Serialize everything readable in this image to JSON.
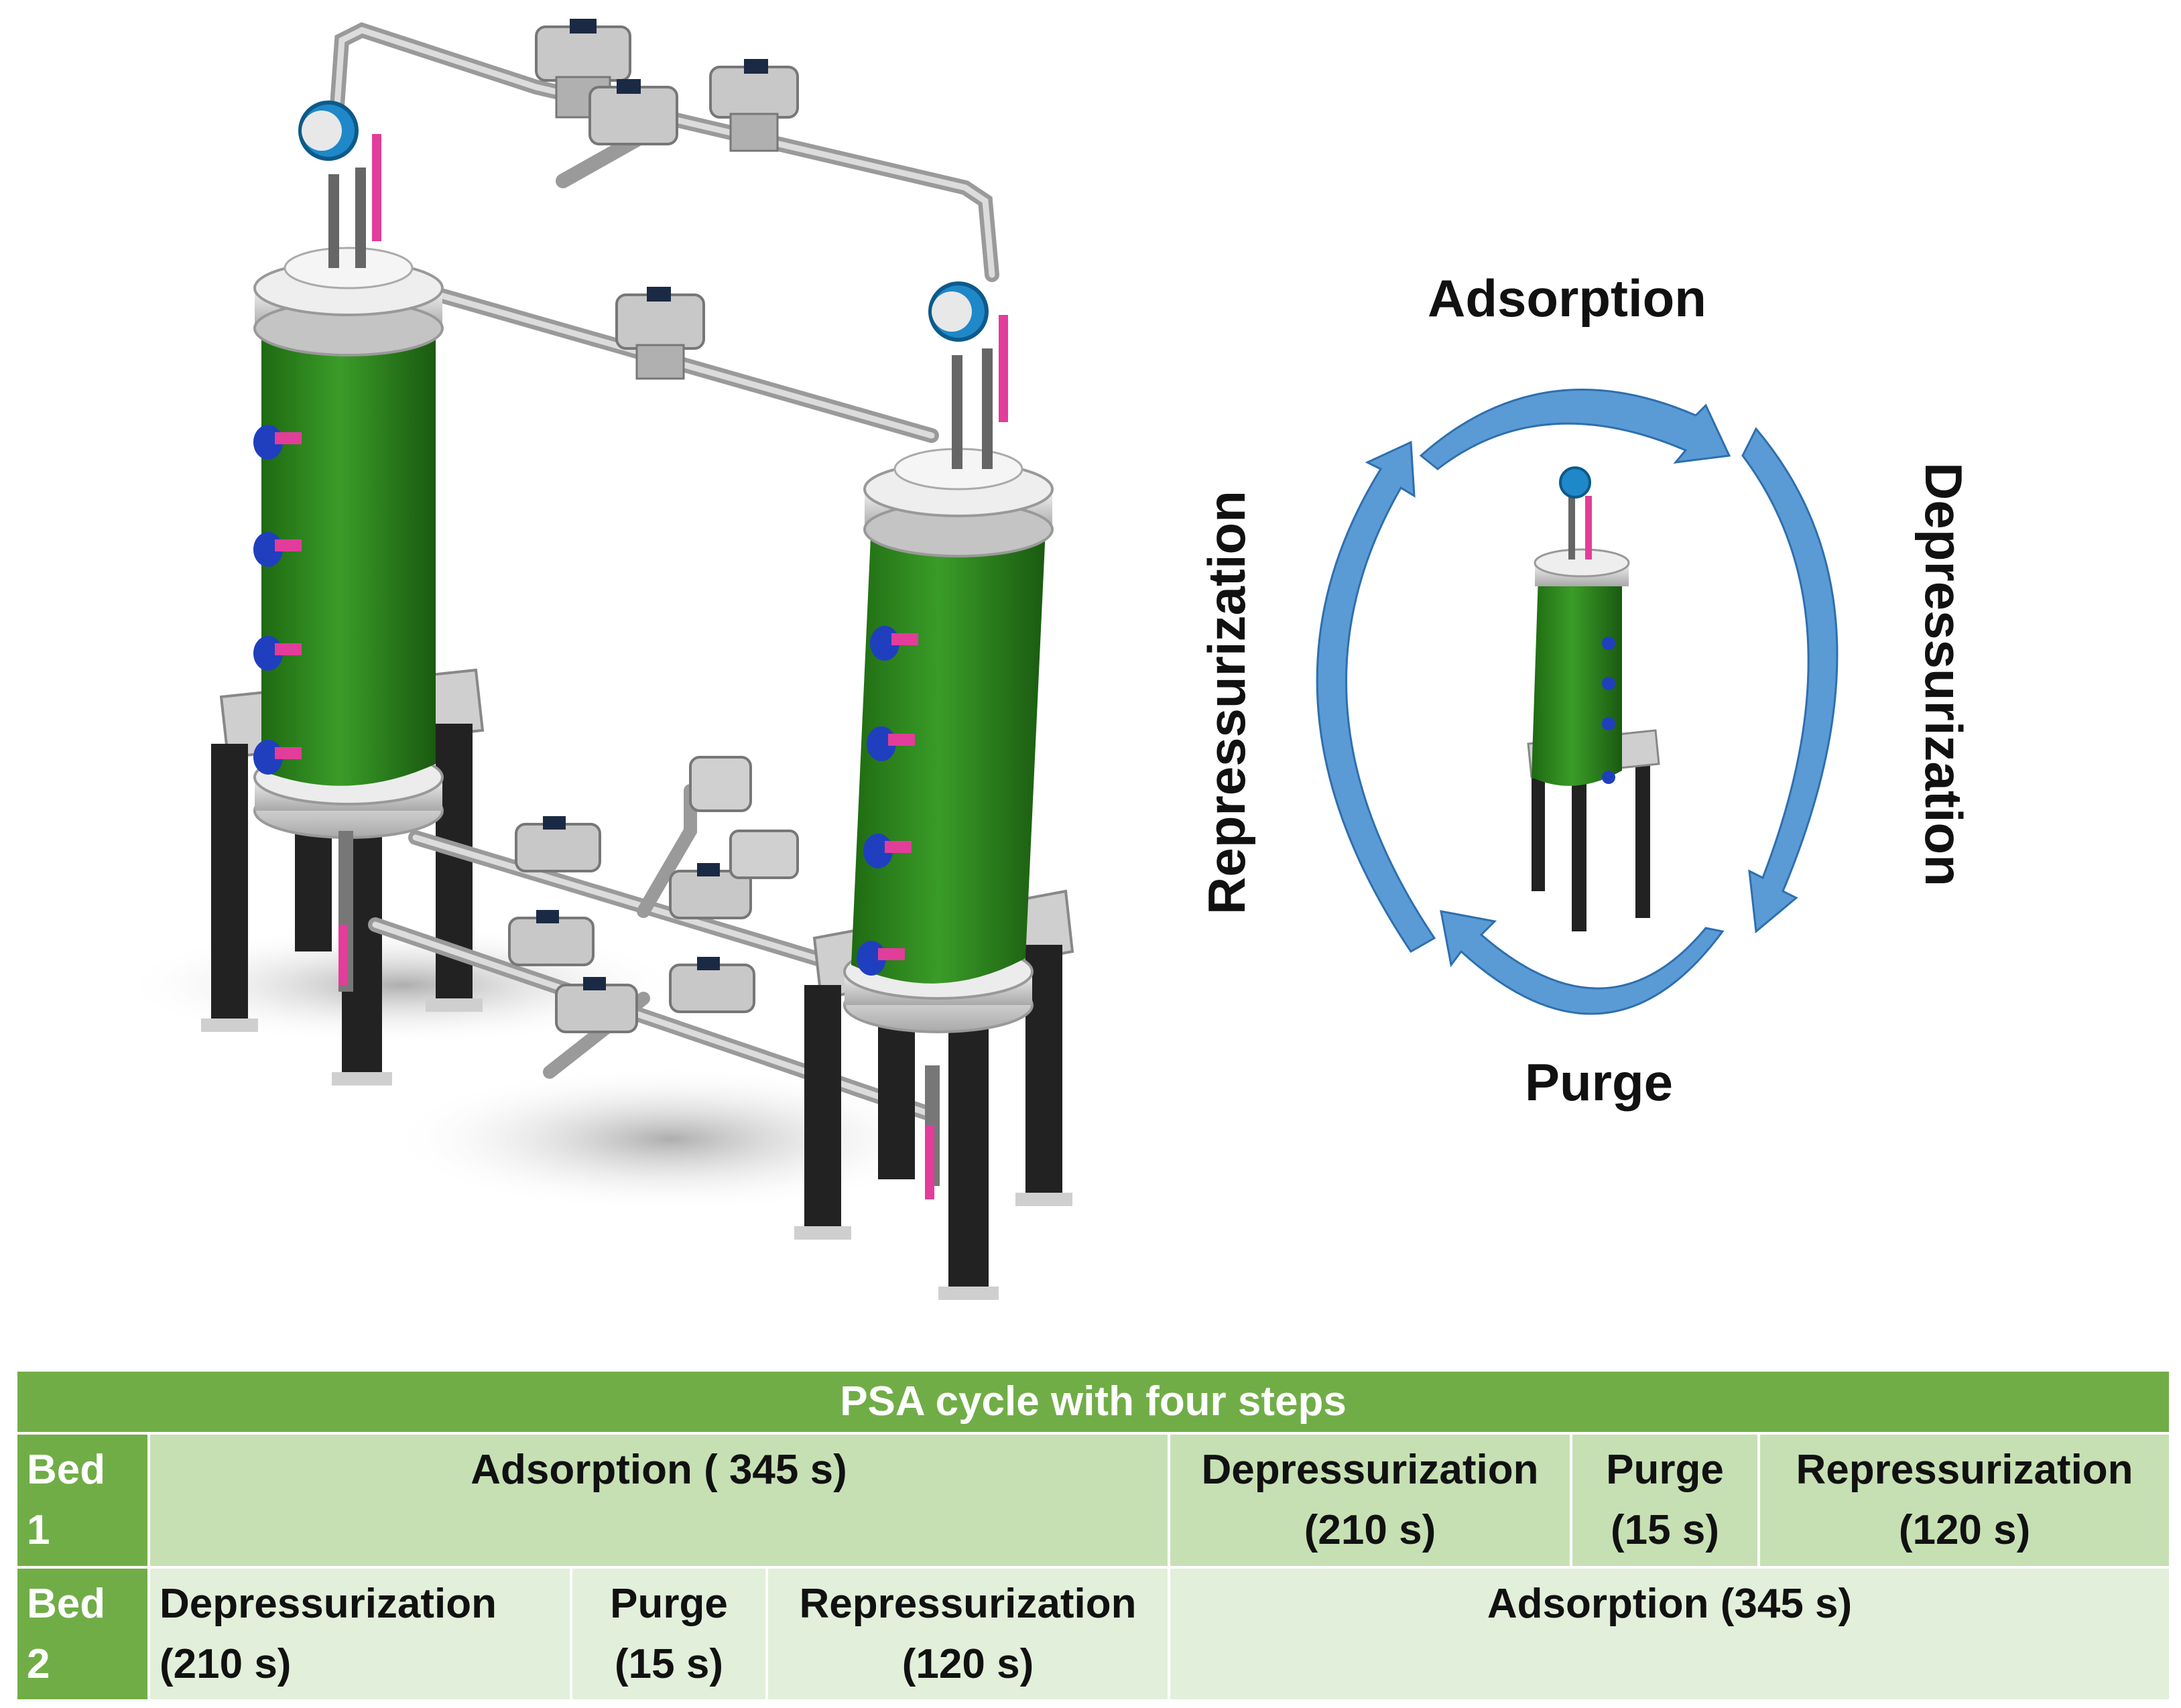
{
  "cycle": {
    "steps": [
      "Adsorption",
      "Depressurization",
      "Purge",
      "Repressurization"
    ],
    "arrow_color": "#5b9bd5",
    "arrow_color_dark": "#2e6faf"
  },
  "equipment_colors": {
    "column_green": "#2f8a1f",
    "flange": "#d9d9d9",
    "legs": "#222222",
    "gauge": "#1e88c9",
    "port_blue": "#1f3fbf",
    "port_pink": "#e23d9a"
  },
  "table": {
    "title": "PSA cycle with four steps",
    "header_color": "#70ad47",
    "row1_color": "#c6e0b4",
    "row2_color": "#e2efda",
    "rows": [
      {
        "bed": "Bed 1",
        "cells": [
          "Adsorption ( 345 s)",
          "Depressurization (210 s)",
          "Purge (15 s)",
          "Repressurization (120 s)"
        ]
      },
      {
        "bed": "Bed 2",
        "cells": [
          "Depressurization (210 s)",
          "Purge (15 s)",
          "Repressurization (120 s)",
          "Adsorption (345 s)"
        ]
      }
    ]
  }
}
